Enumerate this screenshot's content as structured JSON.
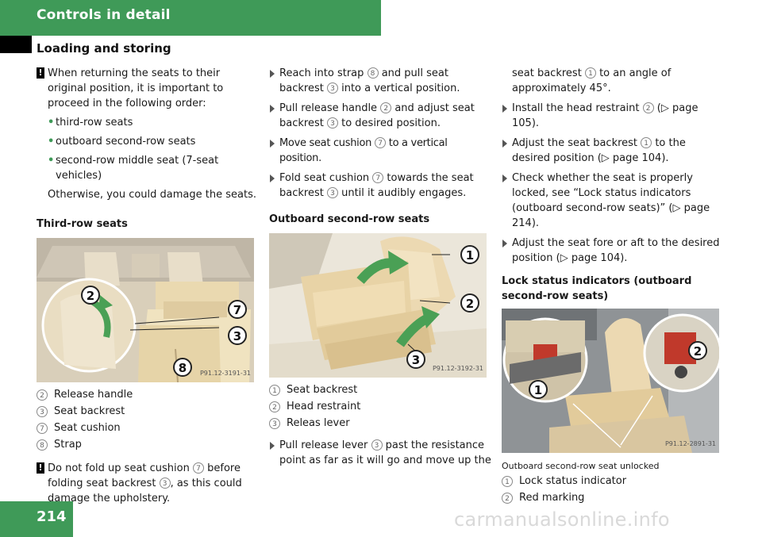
{
  "header": {
    "title": "Controls in detail",
    "section": "Loading and storing",
    "page_number": "214"
  },
  "watermark": "carmanualsonline.info",
  "col1": {
    "warning1_text": "When returning the seats to their original position, it is important to proceed in the following order:",
    "bullets": [
      "third-row seats",
      "outboard second-row seats",
      "second-row middle seat (7-seat vehicles)"
    ],
    "otherwise": "Otherwise, you could damage the seats.",
    "heading": "Third-row seats",
    "figure": {
      "code": "P91.12-3191-31",
      "callouts": [
        "2",
        "7",
        "3",
        "8"
      ]
    },
    "legend": [
      {
        "num": "2",
        "label": "Release handle"
      },
      {
        "num": "3",
        "label": "Seat backrest"
      },
      {
        "num": "7",
        "label": "Seat cushion"
      },
      {
        "num": "8",
        "label": "Strap"
      }
    ],
    "warning2_parts": [
      "Do not fold up seat cushion",
      "before folding seat backrest",
      ", as this could damage the upholstery."
    ],
    "warning2_refs": [
      "7",
      "3"
    ]
  },
  "col2": {
    "steps": [
      {
        "a": "Reach into strap",
        "r1": "8",
        "b": "and pull seat backrest",
        "r2": "3",
        "c": "into a vertical position."
      },
      {
        "a": "Pull release handle",
        "r1": "2",
        "b": "and adjust seat backrest",
        "r2": "3",
        "c": "to desired position."
      },
      {
        "a": "Move seat cushion",
        "r1": "7",
        "b": "to a vertical position.",
        "r2": "",
        "c": ""
      },
      {
        "a": "Fold seat cushion",
        "r1": "7",
        "b": "towards the seat backrest",
        "r2": "3",
        "c": "until it audibly engages."
      }
    ],
    "heading": "Outboard second-row seats",
    "figure": {
      "code": "P91.12-3192-31",
      "callouts": [
        "1",
        "2",
        "3"
      ]
    },
    "legend": [
      {
        "num": "1",
        "label": "Seat backrest"
      },
      {
        "num": "2",
        "label": "Head restraint"
      },
      {
        "num": "3",
        "label": "Releas lever"
      }
    ],
    "last_step": {
      "a": "Pull release lever",
      "r1": "3",
      "b": "past the resistance point as far as it will go and move up the"
    }
  },
  "col3": {
    "cont": {
      "a": "seat backrest",
      "r1": "1",
      "b": "to an angle of approximately 45°."
    },
    "steps": [
      {
        "a": "Install the head restraint",
        "r1": "2",
        "b": "(▷ page 105)."
      },
      {
        "a": "Adjust the seat backrest",
        "r1": "1",
        "b": "to the desired position (▷ page 104)."
      },
      {
        "a": "Check whether the seat is properly locked, see “Lock status indicators (outboard second-row seats)” (▷ page 214).",
        "r1": "",
        "b": ""
      },
      {
        "a": "Adjust the seat fore or aft to the desired position (▷ page 104).",
        "r1": "",
        "b": ""
      }
    ],
    "heading": "Lock status indicators (outboard second-row seats)",
    "figure": {
      "code": "P91.12-2891-31",
      "callouts": [
        "1",
        "2"
      ]
    },
    "caption": "Outboard second-row seat unlocked",
    "legend": [
      {
        "num": "1",
        "label": "Lock status indicator"
      },
      {
        "num": "2",
        "label": "Red marking"
      }
    ]
  }
}
